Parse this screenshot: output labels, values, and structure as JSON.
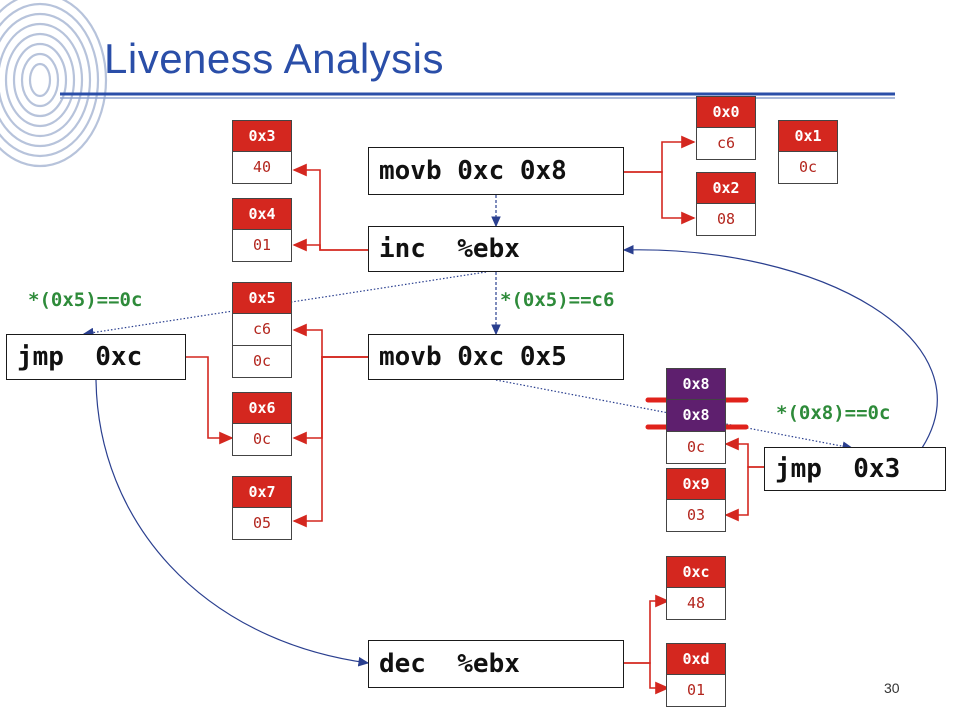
{
  "title": "Liveness Analysis",
  "page_number": "30",
  "instructions": {
    "i1": "movb 0xc 0x8",
    "i2": "inc  %ebx",
    "i3": "movb 0xc 0x5",
    "i4": "jmp  0xc",
    "i5": "jmp  0x3",
    "i6": "dec  %ebx"
  },
  "memory": {
    "m0": {
      "addr": "0x0",
      "val": "c6"
    },
    "m1": {
      "addr": "0x1",
      "val": "0c"
    },
    "m2": {
      "addr": "0x2",
      "val": "08"
    },
    "m3": {
      "addr": "0x3",
      "val": "40"
    },
    "m4": {
      "addr": "0x4",
      "val": "01"
    },
    "m5": {
      "addr": "0x5",
      "val": "c6",
      "val2": "0c"
    },
    "m6": {
      "addr": "0x6",
      "val": "0c"
    },
    "m7": {
      "addr": "0x7",
      "val": "05"
    },
    "m8": {
      "addr": "0x8",
      "val": "0x8",
      "val2": "0c"
    },
    "m9": {
      "addr": "0x9",
      "val": "03"
    },
    "mc": {
      "addr": "0xc",
      "val": "48"
    },
    "md": {
      "addr": "0xd",
      "val": "01"
    }
  },
  "conditions": {
    "c1": "*(0x5)==0c",
    "c2": "*(0x5)==c6",
    "c3": "*(0x8)==0c"
  },
  "colors": {
    "title": "#2a4ea8",
    "memory_address": "#d4271f",
    "memory_address_highlight": "#5e1f6e",
    "condition_text": "#2e8b3a",
    "wire_red": "#d4271f",
    "arrow_blue": "#2a3f8f"
  },
  "icons": [
    "fingerprint-watermark"
  ]
}
